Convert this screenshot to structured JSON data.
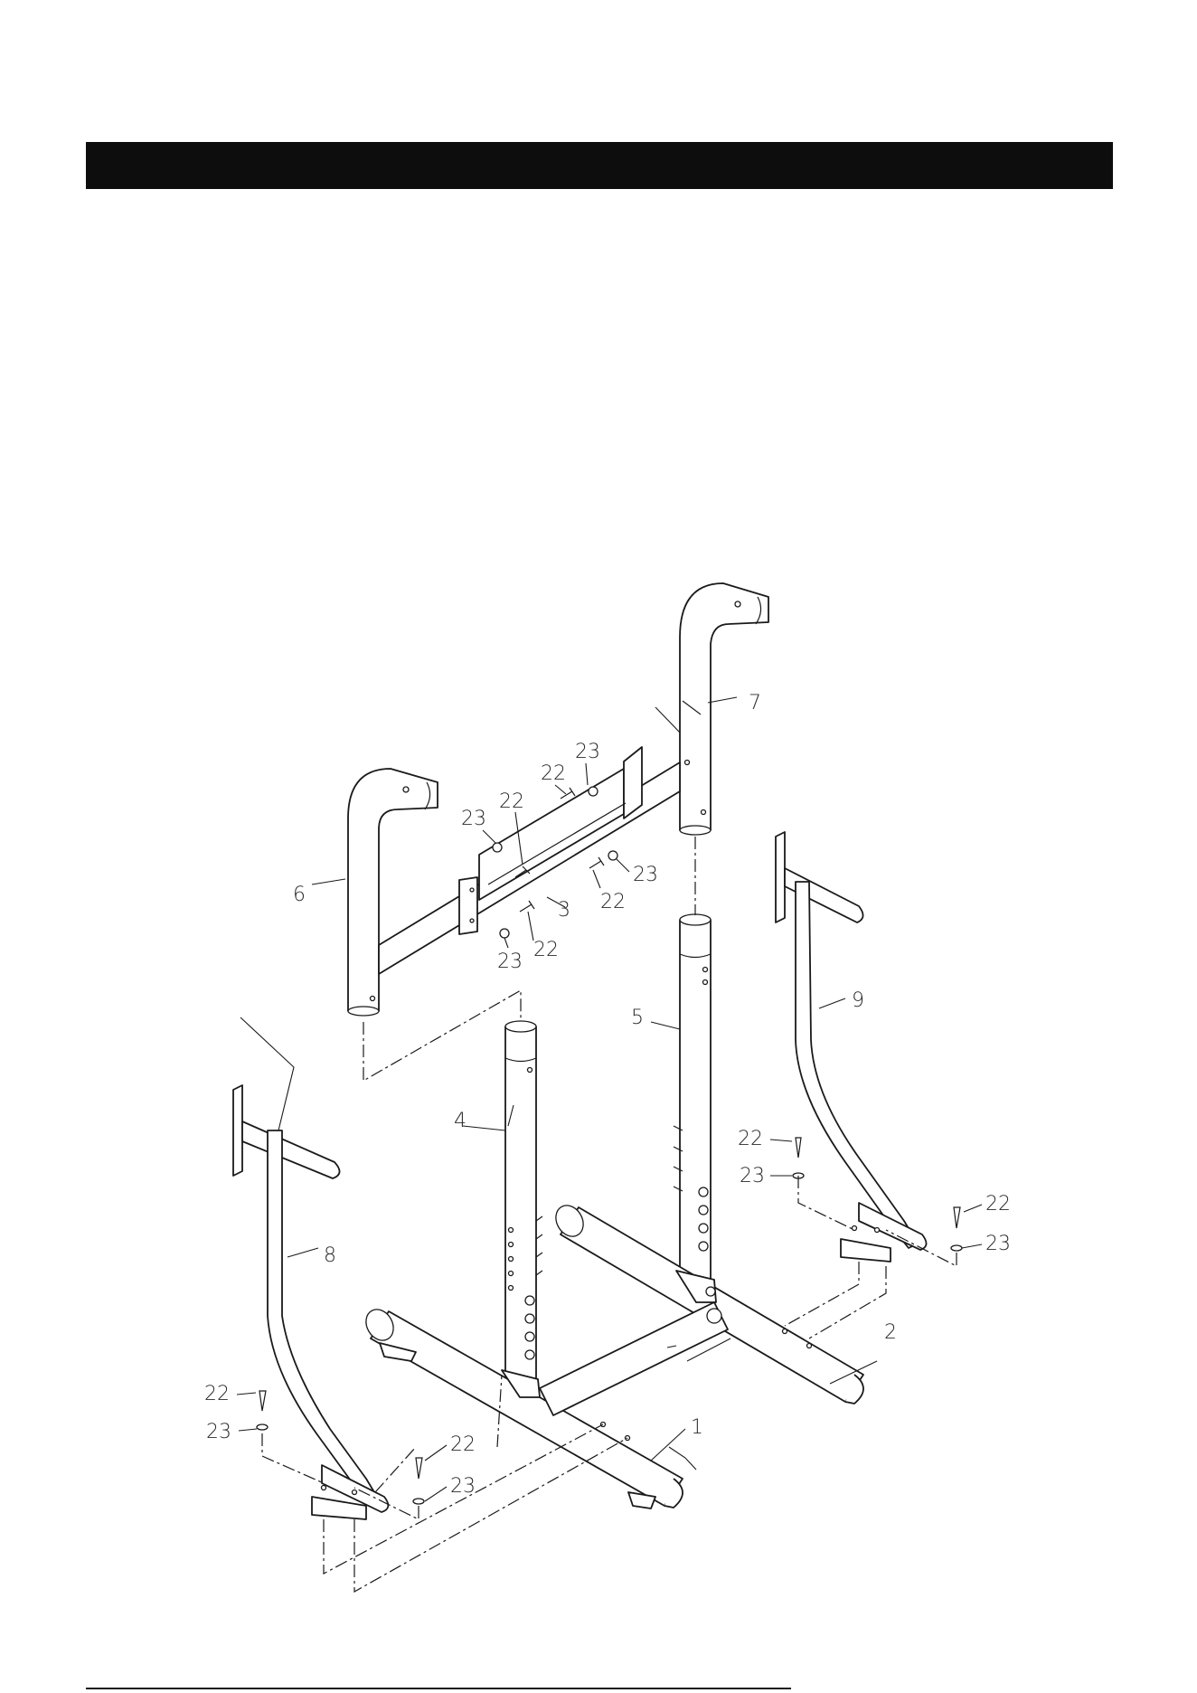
{
  "header": {
    "title": ""
  },
  "callouts": {
    "p1": "1",
    "p2": "2",
    "p3": "3",
    "p4": "4",
    "p5": "5",
    "p6": "6",
    "p7": "7",
    "p8": "8",
    "p9": "9",
    "c22a": "22",
    "c23a": "23",
    "c22b": "22",
    "c23b": "23",
    "c22c": "22",
    "c23c": "23",
    "c22d": "22",
    "c23d": "23",
    "c22e": "22",
    "c23e": "23",
    "c22f": "22",
    "c23f": "23",
    "c22g": "22",
    "c23g": "23",
    "c22h": "22",
    "c23h": "23"
  }
}
